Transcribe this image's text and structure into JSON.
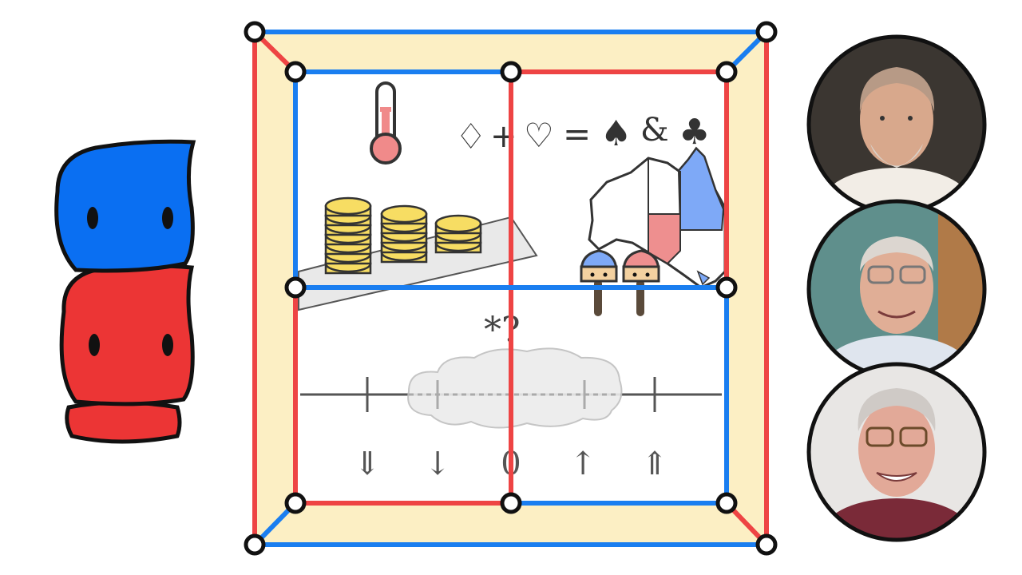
{
  "equation": {
    "diamond": "♢",
    "plus": "+",
    "heart": "♡",
    "equals": "=",
    "spade": "♠",
    "ampersand": "&",
    "club": "♣"
  },
  "mystery_label": "*?",
  "arrows": [
    "⇓",
    "↓",
    "0",
    "↑",
    "⇑"
  ],
  "colors": {
    "red": "#ee4444",
    "blue": "#1a7ef0",
    "cream": "#fcefc4",
    "piece_blue": "#0a6ff2",
    "piece_red": "#ec3535",
    "coin": "#f7dd63",
    "map_blue": "#7ea9f7",
    "map_red": "#ee8f8f"
  },
  "portraits": [
    {
      "name": "portrait-top",
      "bg": "#3b3631",
      "skin": "#d8a88c",
      "hair": "#b79a86"
    },
    {
      "name": "portrait-middle",
      "bg": "#5f8f8c",
      "skin": "#e0ae96",
      "hair": "#dcd6d0"
    },
    {
      "name": "portrait-bottom",
      "bg": "#e8e6e4",
      "skin": "#e2a998",
      "hair": "#cfcac6"
    }
  ]
}
